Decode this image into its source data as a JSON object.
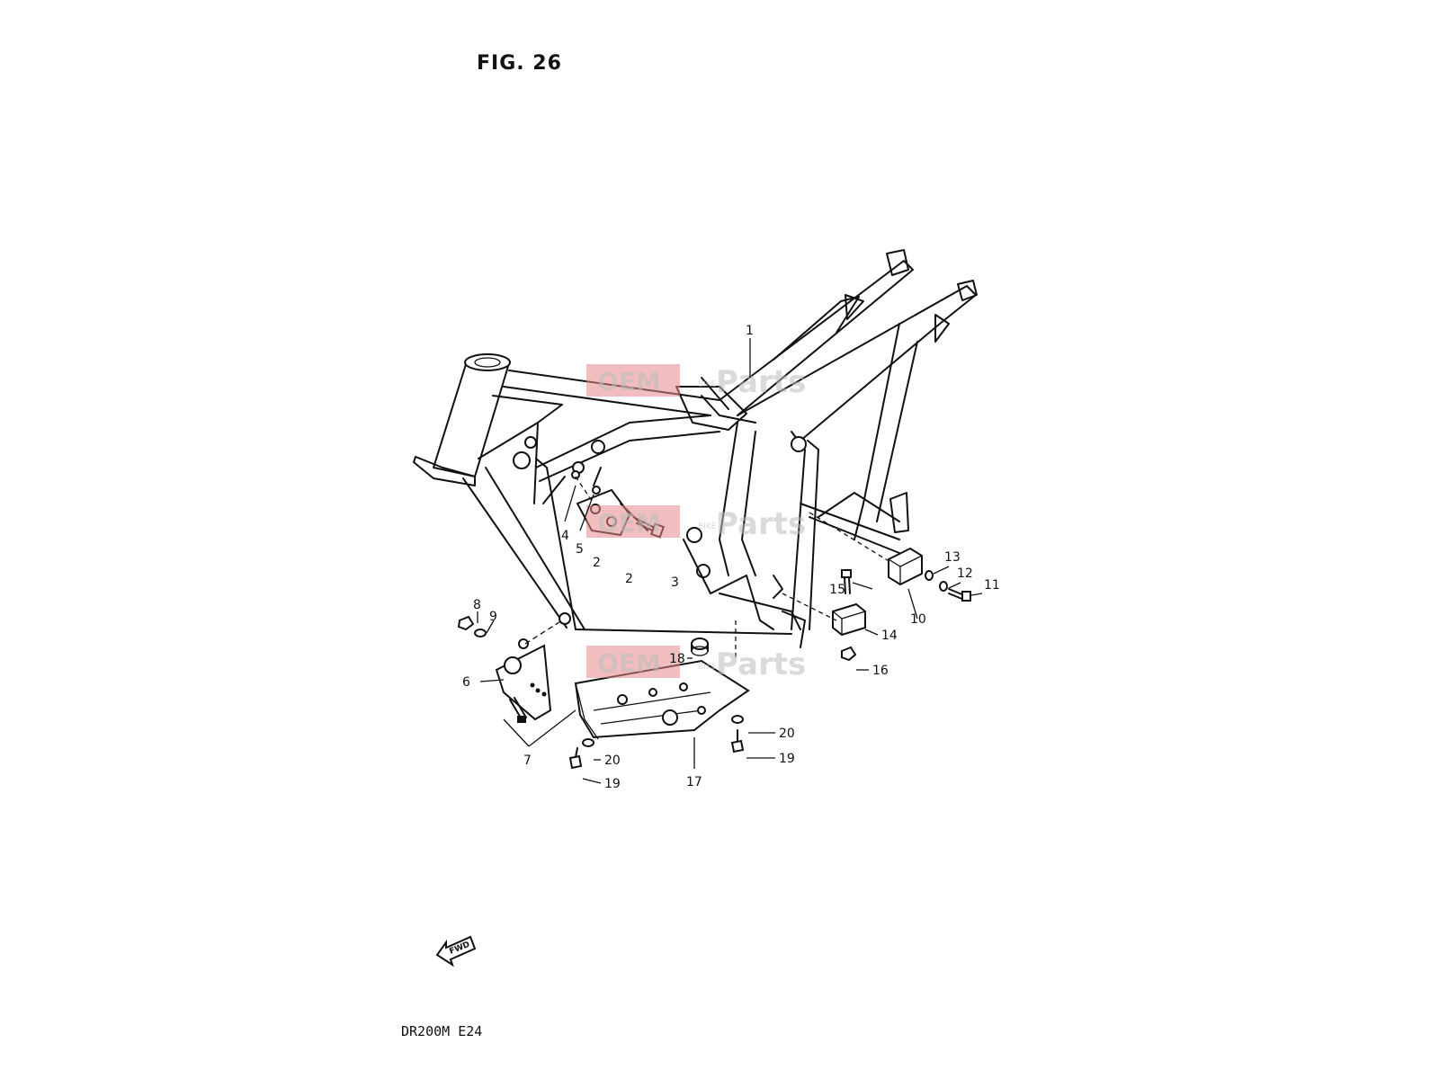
{
  "figure": {
    "title": "FIG. 26",
    "model_code": "DR200M E24"
  },
  "fwd_label": "FWD",
  "watermark": {
    "brand_a": "OEM",
    "brand_b": "Parts",
    "brand_small": "BIKE",
    "color": "#e8868a"
  },
  "callouts": [
    {
      "id": "c1",
      "label": "1"
    },
    {
      "id": "c2a",
      "label": "2"
    },
    {
      "id": "c2b",
      "label": "2"
    },
    {
      "id": "c3",
      "label": "3"
    },
    {
      "id": "c4",
      "label": "4"
    },
    {
      "id": "c5",
      "label": "5"
    },
    {
      "id": "c6",
      "label": "6"
    },
    {
      "id": "c7",
      "label": "7"
    },
    {
      "id": "c8",
      "label": "8"
    },
    {
      "id": "c9",
      "label": "9"
    },
    {
      "id": "c10",
      "label": "10"
    },
    {
      "id": "c11",
      "label": "11"
    },
    {
      "id": "c12",
      "label": "12"
    },
    {
      "id": "c13",
      "label": "13"
    },
    {
      "id": "c14",
      "label": "14"
    },
    {
      "id": "c15",
      "label": "15"
    },
    {
      "id": "c16",
      "label": "16"
    },
    {
      "id": "c17",
      "label": "17"
    },
    {
      "id": "c18",
      "label": "18"
    },
    {
      "id": "c19a",
      "label": "19"
    },
    {
      "id": "c19b",
      "label": "19"
    },
    {
      "id": "c20a",
      "label": "20"
    },
    {
      "id": "c20b",
      "label": "20"
    }
  ]
}
